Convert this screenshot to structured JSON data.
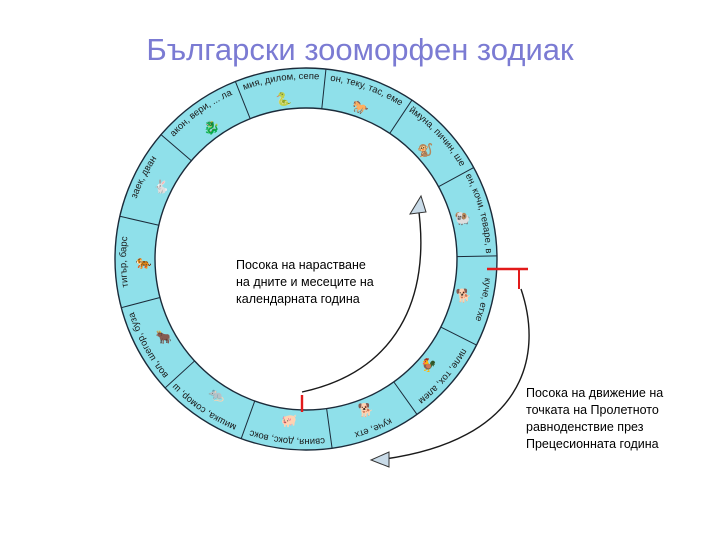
{
  "title": "Български зооморфен зодиак",
  "notes": {
    "days_direction": [
      "Посока на нарастване",
      "на дните и месеците на",
      "календарната година"
    ],
    "precession_direction": [
      "Посока на движение на",
      "точката на Пролетното",
      "равноденствие през",
      "Прецесионната година"
    ]
  },
  "zodiac": {
    "ring_color": "#8fe0ea",
    "segments": [
      {
        "label": "кон, теку, тас, емен",
        "icon": "horse-icon"
      },
      {
        "label": "маймуна, пичин, шебес",
        "icon": "monkey-icon"
      },
      {
        "label": "овен, кочи, теваре, вас",
        "icon": "ram-icon"
      },
      {
        "label": "куче, етхе",
        "icon": "dog-icon"
      },
      {
        "label": "пиле, тох, алем",
        "icon": "rooster-icon"
      },
      {
        "label": "куче, етх",
        "icon": "dog-icon"
      },
      {
        "label": "свиня, докс, вокс",
        "icon": "pig-icon"
      },
      {
        "label": "плъх, мишка, сомор, шыкее",
        "icon": "rat-icon"
      },
      {
        "label": "вол, шегор, буза",
        "icon": "ox-icon"
      },
      {
        "label": "тигър, барс",
        "icon": "tiger-icon"
      },
      {
        "label": "заек, дван",
        "icon": "rabbit-icon"
      },
      {
        "label": "дракон, вери, ... лама",
        "icon": "dragon-icon"
      },
      {
        "label": "змия, дилом, сепен",
        "icon": "snake-icon"
      }
    ]
  }
}
